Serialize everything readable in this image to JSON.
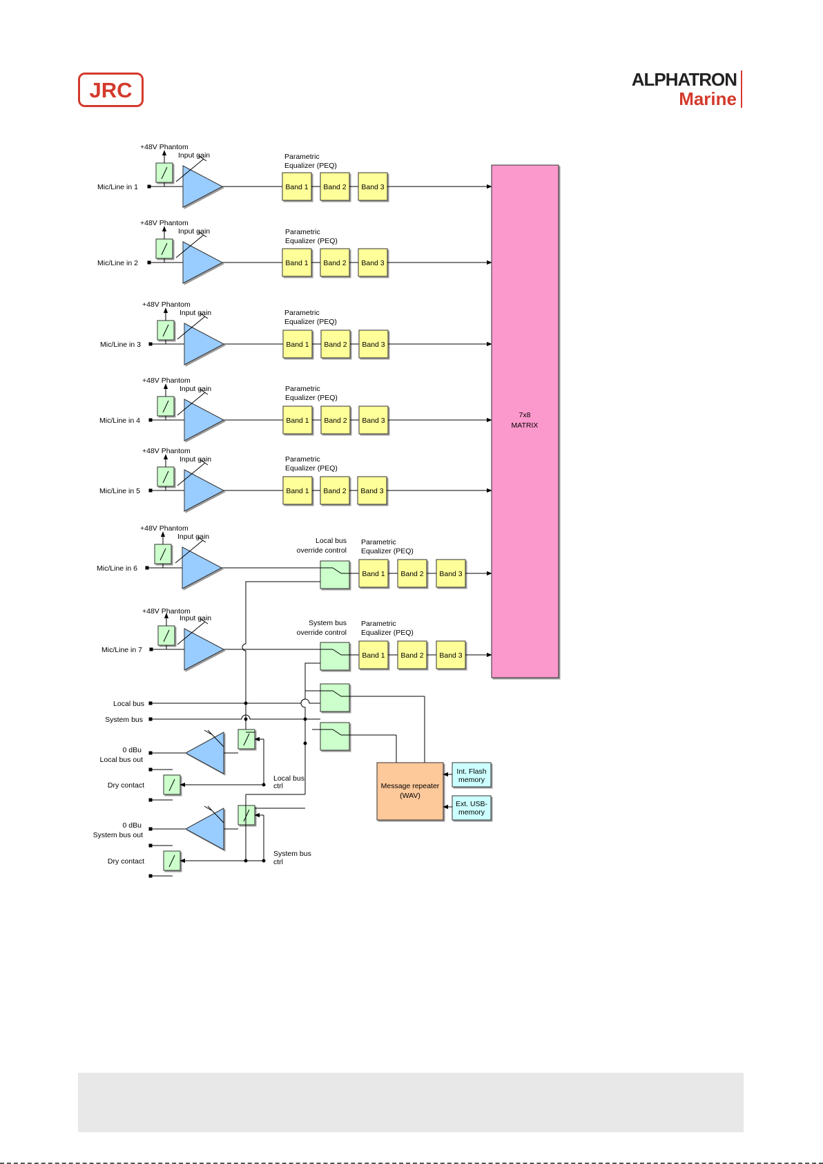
{
  "header": {
    "left_logo_text": "JRC",
    "right_logo_brand": "ALPHATRON",
    "right_logo_sub": "Marine"
  },
  "diagram": {
    "channels": [
      {
        "input": "Mic/Line in 1",
        "phantom": "+48V Phantom",
        "gain": "Input gain",
        "peq": [
          "Parametric",
          "Equalizer (PEQ)"
        ],
        "bands": [
          "Band 1",
          "Band 2",
          "Band 3"
        ]
      },
      {
        "input": "Mic/Line in 2",
        "phantom": "+48V Phantom",
        "gain": "Input gain",
        "peq": [
          "Parametric",
          "Equalizer (PEQ)"
        ],
        "bands": [
          "Band 1",
          "Band 2",
          "Band 3"
        ]
      },
      {
        "input": "Mic/Line in 3",
        "phantom": "+48V Phantom",
        "gain": "Input gain",
        "peq": [
          "Parametric",
          "Equalizer (PEQ)"
        ],
        "bands": [
          "Band 1",
          "Band 2",
          "Band 3"
        ]
      },
      {
        "input": "Mic/Line in 4",
        "phantom": "+48V Phantom",
        "gain": "Input gain",
        "peq": [
          "Parametric",
          "Equalizer (PEQ)"
        ],
        "bands": [
          "Band 1",
          "Band 2",
          "Band 3"
        ]
      },
      {
        "input": "Mic/Line in 5",
        "phantom": "+48V Phantom",
        "gain": "Input gain",
        "peq": [
          "Parametric",
          "Equalizer (PEQ)"
        ],
        "bands": [
          "Band 1",
          "Band 2",
          "Band 3"
        ]
      },
      {
        "input": "Mic/Line in 6",
        "phantom": "+48V Phantom",
        "gain": "Input gain",
        "peq": [
          "Parametric",
          "Equalizer (PEQ)"
        ],
        "bands": [
          "Band 1",
          "Band 2",
          "Band 3"
        ],
        "override": [
          "Local bus",
          "override control"
        ]
      },
      {
        "input": "Mic/Line in 7",
        "phantom": "+48V Phantom",
        "gain": "Input gain",
        "peq": [
          "Parametric",
          "Equalizer (PEQ)"
        ],
        "bands": [
          "Band 1",
          "Band 2",
          "Band 3"
        ],
        "override": [
          "System bus",
          "override control"
        ]
      }
    ],
    "matrix": [
      "7x8",
      "MATRIX"
    ],
    "buses": [
      "Local bus",
      "System bus"
    ],
    "outputs": [
      {
        "level": "0 dBu",
        "name": "Local bus out",
        "dry": "Dry contact",
        "ctrl": [
          "Local bus",
          "ctrl"
        ]
      },
      {
        "level": "0 dBu",
        "name": "System bus out",
        "dry": "Dry contact",
        "ctrl": [
          "System bus",
          "ctrl"
        ]
      }
    ],
    "repeater": [
      "Message repeater",
      "(WAV)"
    ],
    "memories": [
      [
        "Int. Flash",
        "memory"
      ],
      [
        "Ext. USB-",
        "memory"
      ]
    ],
    "colors": {
      "matrix": "#fc99cc",
      "band": "#ffff99",
      "switch": "#ccffcc",
      "amp": "#99ccff",
      "repeater": "#fdc89a",
      "memory": "#ccffff"
    }
  },
  "footer": {}
}
